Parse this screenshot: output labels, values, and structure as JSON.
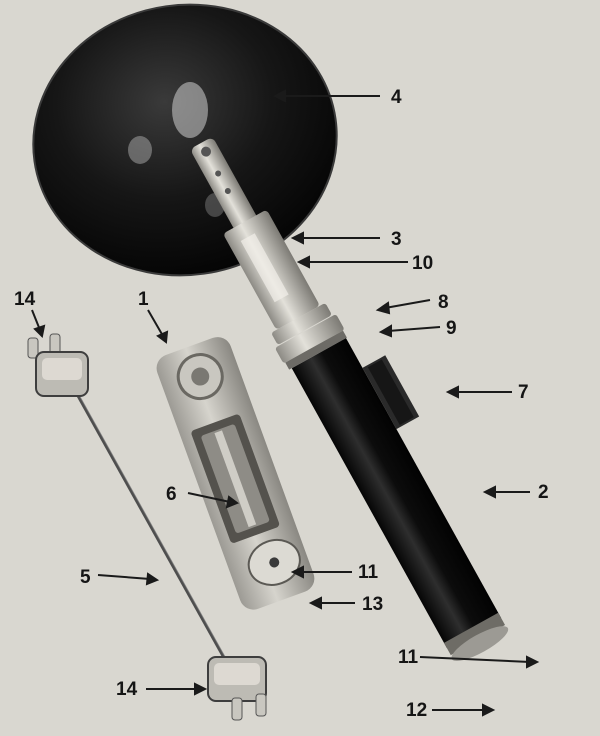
{
  "figure": {
    "background_color": "#d9d7d0",
    "callouts": [
      {
        "id": "c1",
        "text": "1"
      },
      {
        "id": "c2",
        "text": "2"
      },
      {
        "id": "c3",
        "text": "3"
      },
      {
        "id": "c4",
        "text": "4"
      },
      {
        "id": "c5",
        "text": "5"
      },
      {
        "id": "c6",
        "text": "6"
      },
      {
        "id": "c7",
        "text": "7"
      },
      {
        "id": "c8",
        "text": "8"
      },
      {
        "id": "c9",
        "text": "9"
      },
      {
        "id": "c10",
        "text": "10"
      },
      {
        "id": "c11a",
        "text": "11"
      },
      {
        "id": "c11b",
        "text": "11"
      },
      {
        "id": "c12",
        "text": "12"
      },
      {
        "id": "c13",
        "text": "13"
      },
      {
        "id": "c14a",
        "text": "14"
      },
      {
        "id": "c14b",
        "text": "14"
      }
    ],
    "objects": [
      {
        "name": "reflector-dish",
        "color": "#121212"
      },
      {
        "name": "flash-battery-tube",
        "color": "#0f0f0f"
      },
      {
        "name": "bracket",
        "color": "#b9b7b0"
      },
      {
        "name": "connecting-cord",
        "color": "#5a5a5a"
      },
      {
        "name": "cord-plug",
        "color": "#b0aea6"
      }
    ]
  }
}
